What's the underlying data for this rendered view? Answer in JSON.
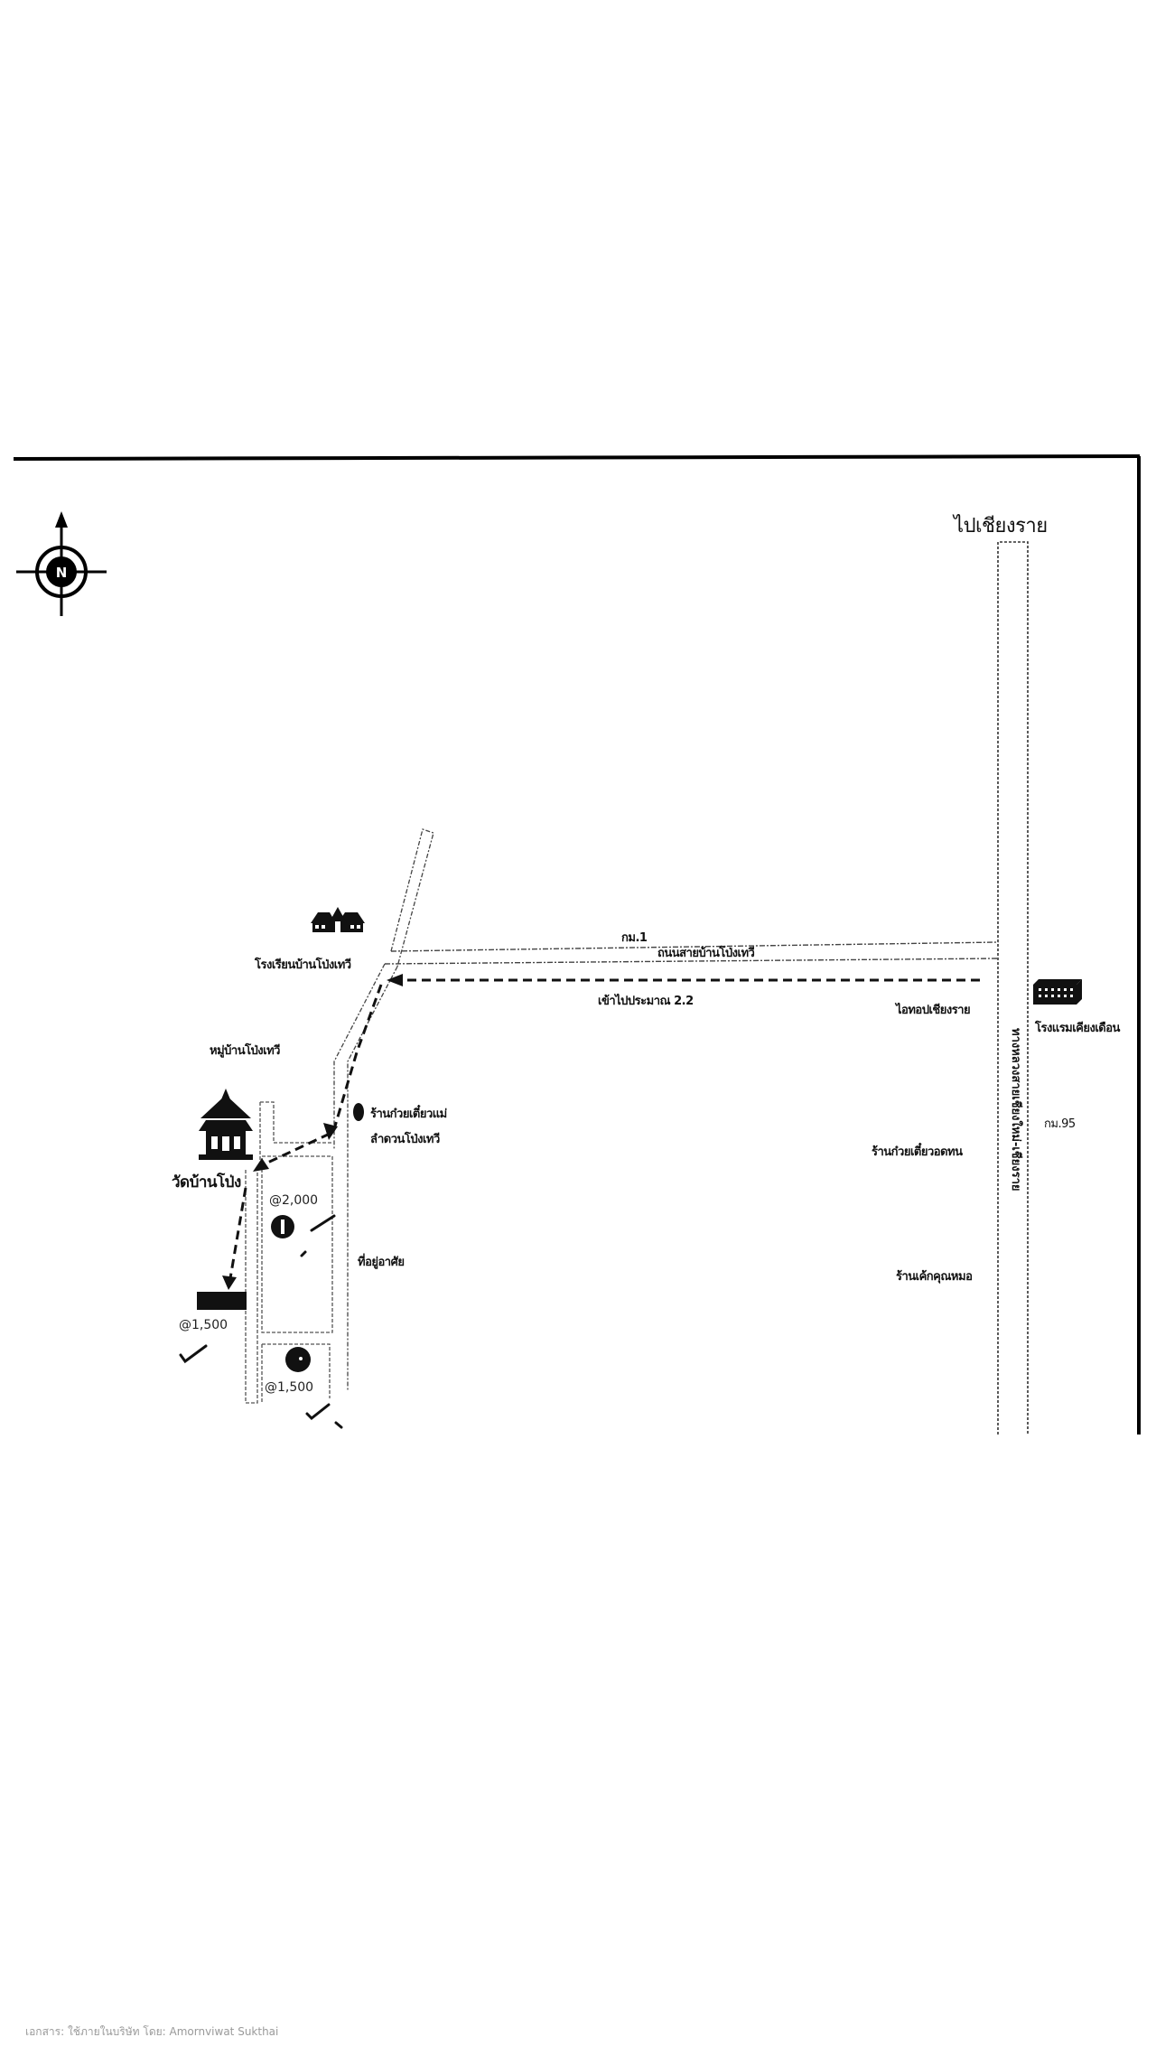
{
  "map": {
    "title_direction": "ไปเชียงราย",
    "compass": {
      "icon": "north-compass-icon",
      "letter": "N"
    },
    "roads": {
      "main_highway": "ทางหลวงสายเชียงใหม่-เชียงราย",
      "village_road": "ถนนสายบ้านโป่งเทวี",
      "village_road_km": "กม.1",
      "highway_km": "กม.95"
    },
    "route_note": "เข้าไปประมาณ 2.2",
    "landmarks": [
      {
        "name": "โรงเรียนบ้านโป่งเทวี",
        "icon": "school-icon"
      },
      {
        "name": "หมู่บ้านโป่งเทวี",
        "icon": ""
      },
      {
        "name": "วัดบ้านโป่ง",
        "icon": "temple-icon"
      },
      {
        "name": "ร้านก๋วยเตี๋ยวแม่ลำดวนโป่งเทวี",
        "line1": "ร้านก๋วยเตี๋ยวแม่",
        "line2": "ลำดวนโป่งเทวี",
        "icon": "shop-dot-icon"
      },
      {
        "name": "ที่อยู่อาศัย",
        "icon": ""
      },
      {
        "name": "ไอทอปเชียงราย",
        "icon": ""
      },
      {
        "name": "โรงแรมเคียงเดือน",
        "icon": "hotel-icon"
      },
      {
        "name": "ร้านก๋วยเตี๋ยวอดทน",
        "icon": ""
      },
      {
        "name": "ร้านเค้กคุณหมอ",
        "icon": ""
      }
    ],
    "plots": [
      {
        "id": "1",
        "price": "@2,000"
      },
      {
        "id": "2",
        "price": "@1,500"
      },
      {
        "id": "3",
        "price": "@1,500"
      }
    ]
  },
  "footer": {
    "text": "เอกสาร: ใช้ภายในบริษัท โดย: Amornviwat Sukthai"
  }
}
